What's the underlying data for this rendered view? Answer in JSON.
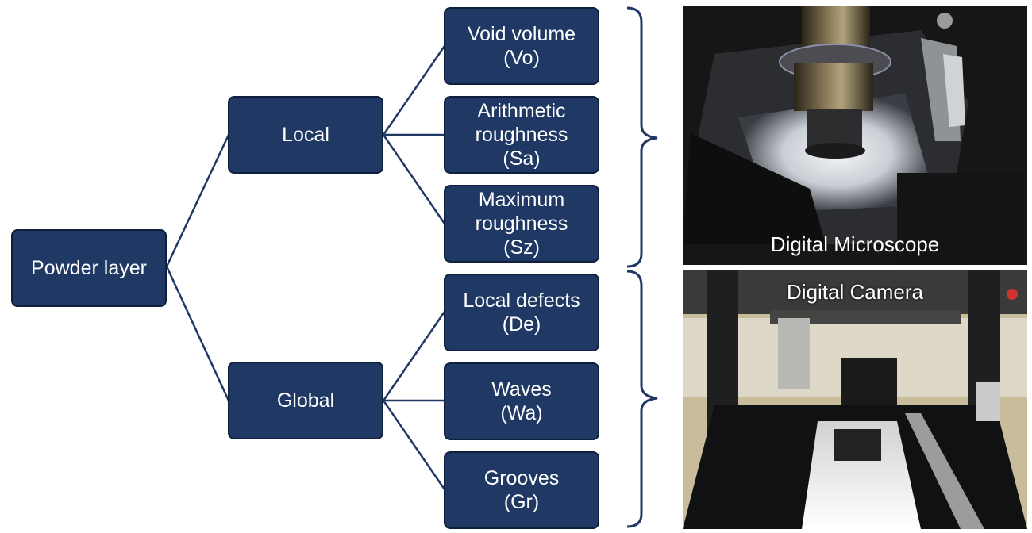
{
  "diagram": {
    "root": {
      "label": "Powder layer"
    },
    "branches": [
      {
        "label": "Local",
        "leaves": [
          {
            "lines": [
              "Void volume",
              "(Vo)"
            ]
          },
          {
            "lines": [
              "Arithmetic",
              "roughness",
              "(Sa)"
            ]
          },
          {
            "lines": [
              "Maximum",
              "roughness",
              "(Sz)"
            ]
          }
        ]
      },
      {
        "label": "Global",
        "leaves": [
          {
            "lines": [
              "Local defects",
              "(De)"
            ]
          },
          {
            "lines": [
              "Waves",
              "(Wa)"
            ]
          },
          {
            "lines": [
              "Grooves",
              "(Gr)"
            ]
          }
        ]
      }
    ],
    "colors": {
      "node_fill": "#1f3864",
      "node_border": "#0f1f3d",
      "edge": "#1f3864",
      "text": "#ffffff"
    }
  },
  "photos": [
    {
      "label": "Digital Microscope",
      "icon": "microscope-photo"
    },
    {
      "label": "Digital Camera",
      "icon": "camera-photo"
    }
  ]
}
